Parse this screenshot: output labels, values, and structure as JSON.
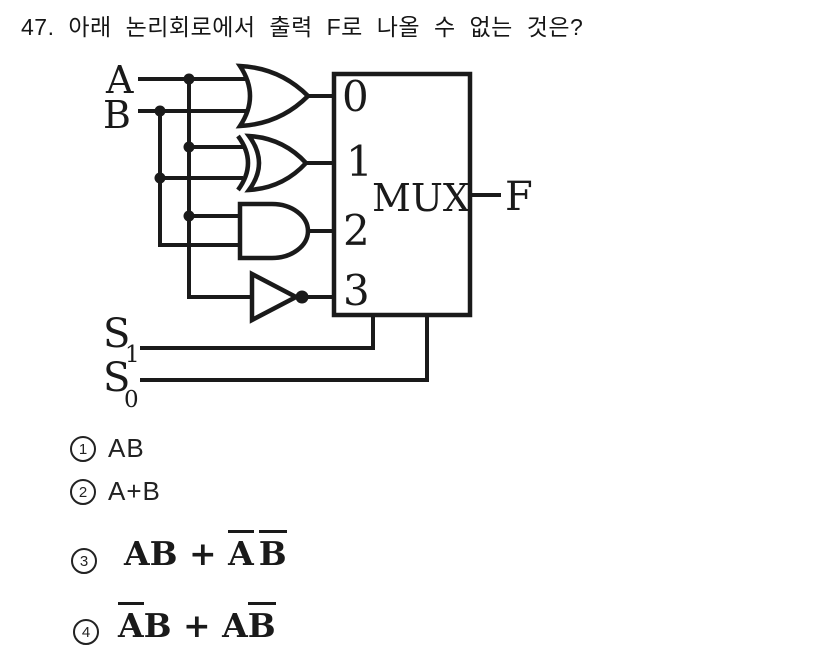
{
  "title": "47. 아래 논리회로에서 출력 F로 나올 수 없는 것은?",
  "ink_color": "#1a1a1a",
  "circuit": {
    "input_labels": {
      "a": "A",
      "b": "B"
    },
    "select_labels": {
      "s1_base": "S",
      "s1_sub": "1",
      "s0_base": "S",
      "s0_sub": "0"
    },
    "mux_label": "MUX",
    "output_label": "F",
    "mux_inputs": [
      "0",
      "1",
      "2",
      "3"
    ],
    "gates": [
      {
        "name": "or-gate",
        "inputs": [
          "A",
          "B"
        ],
        "feeds_mux_input": "0"
      },
      {
        "name": "xor-gate",
        "inputs": [
          "A",
          "B"
        ],
        "feeds_mux_input": "1"
      },
      {
        "name": "and-gate",
        "inputs": [
          "A",
          "B"
        ],
        "feeds_mux_input": "2"
      },
      {
        "name": "not-gate",
        "inputs": [
          "A"
        ],
        "feeds_mux_input": "3"
      }
    ]
  },
  "choices": [
    {
      "num": "1",
      "label": "AB"
    },
    {
      "num": "2",
      "label": "A+B"
    },
    {
      "num": "3",
      "parts": [
        {
          "text": "AB + ",
          "overline": false
        },
        {
          "text": "A",
          "overline": true
        },
        {
          "text": "B",
          "overline": true
        }
      ]
    },
    {
      "num": "4",
      "parts": [
        {
          "text": "A",
          "overline": true
        },
        {
          "text": "B + A",
          "overline": false
        },
        {
          "text": "B",
          "overline": true
        }
      ]
    }
  ]
}
